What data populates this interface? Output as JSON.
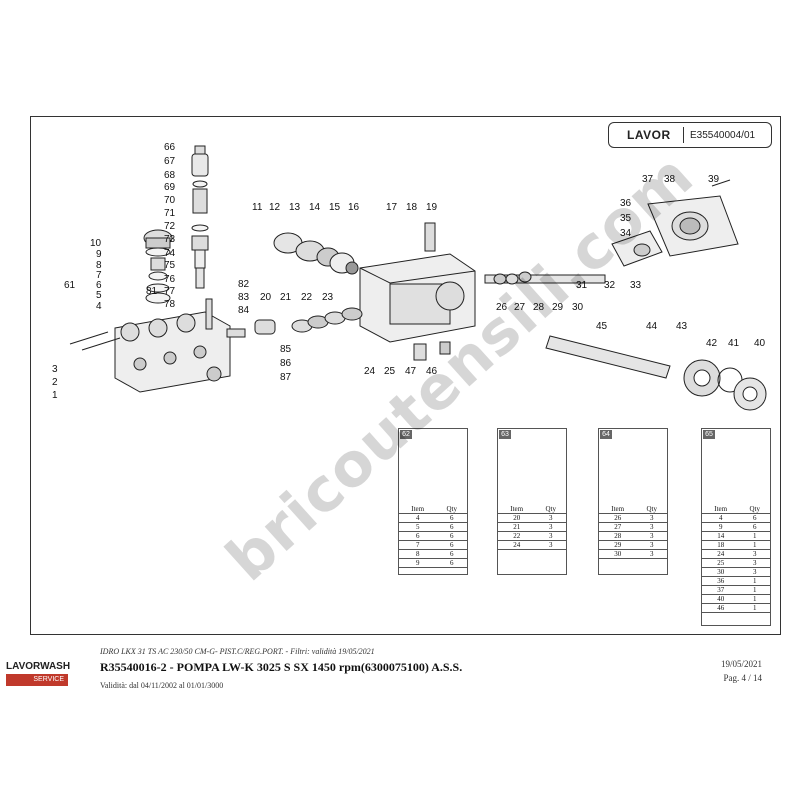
{
  "header": {
    "logo_text": "LAVOR",
    "code": "E35540004/01"
  },
  "callouts": [
    "66",
    "67",
    "68",
    "69",
    "70",
    "71",
    "72",
    "73",
    "74",
    "75",
    "76",
    "77",
    "78",
    "81",
    "61",
    "10",
    "9",
    "8",
    "7",
    "6",
    "5",
    "4",
    "3",
    "2",
    "1",
    "11",
    "12",
    "13",
    "14",
    "15",
    "16",
    "17",
    "18",
    "19",
    "20",
    "21",
    "22",
    "23",
    "24",
    "25",
    "47",
    "46",
    "82",
    "83",
    "84",
    "85",
    "86",
    "87",
    "26",
    "27",
    "28",
    "29",
    "30",
    "31",
    "32",
    "33",
    "34",
    "35",
    "36",
    "37",
    "38",
    "39",
    "45",
    "44",
    "43",
    "42",
    "41",
    "40"
  ],
  "kits": [
    {
      "number": "62",
      "headers": [
        "Item",
        "Qty"
      ],
      "rows": [
        [
          "4",
          "6"
        ],
        [
          "5",
          "6"
        ],
        [
          "6",
          "6"
        ],
        [
          "7",
          "6"
        ],
        [
          "8",
          "6"
        ],
        [
          "9",
          "6"
        ]
      ]
    },
    {
      "number": "63",
      "headers": [
        "Item",
        "Qty"
      ],
      "rows": [
        [
          "20",
          "3"
        ],
        [
          "21",
          "3"
        ],
        [
          "22",
          "3"
        ],
        [
          "24",
          "3"
        ]
      ]
    },
    {
      "number": "64",
      "headers": [
        "Item",
        "Qty"
      ],
      "rows": [
        [
          "26",
          "3"
        ],
        [
          "27",
          "3"
        ],
        [
          "28",
          "3"
        ],
        [
          "29",
          "3"
        ],
        [
          "30",
          "3"
        ]
      ]
    },
    {
      "number": "65",
      "headers": [
        "Item",
        "Qty"
      ],
      "rows": [
        [
          "4",
          "6"
        ],
        [
          "9",
          "6"
        ],
        [
          "14",
          "1"
        ],
        [
          "18",
          "1"
        ],
        [
          "24",
          "3"
        ],
        [
          "25",
          "3"
        ],
        [
          "30",
          "3"
        ],
        [
          "36",
          "1"
        ],
        [
          "37",
          "1"
        ],
        [
          "40",
          "1"
        ],
        [
          "46",
          "1"
        ]
      ]
    }
  ],
  "watermark": "bricoutensili.com",
  "footer": {
    "brand_top": "LAVORWASH",
    "brand_bottom": "SERVICE",
    "model_line": "IDRO LKX 31 TS AC 230/50 CM-G- PIST.C/REG.PORT. - Filtri: validità 19/05/2021",
    "title": "R35540016-2 - POMPA LW-K 3025 S SX 1450 rpm(6300075100) A.S.S.",
    "validity": "Validità: dal 04/11/2002 al 01/01/3000",
    "date": "19/05/2021",
    "page": "Pag. 4 / 14"
  }
}
